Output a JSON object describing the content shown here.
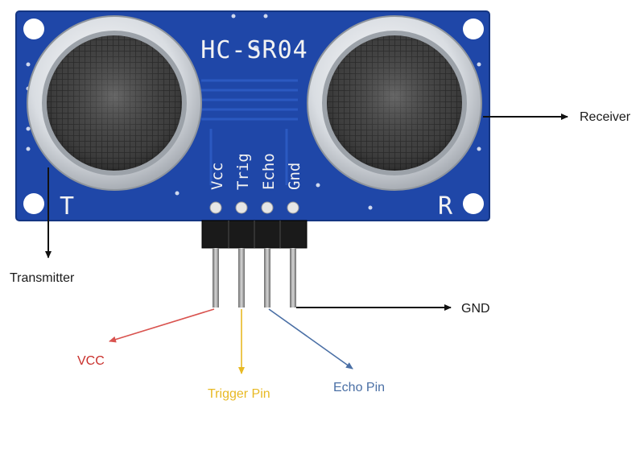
{
  "module": {
    "model": "HC-SR04",
    "transmitter_letter": "T",
    "receiver_letter": "R",
    "pins": [
      {
        "silkscreen": "Vcc"
      },
      {
        "silkscreen": "Trig"
      },
      {
        "silkscreen": "Echo"
      },
      {
        "silkscreen": "Gnd"
      }
    ]
  },
  "callouts": {
    "receiver": {
      "text": "Receiver",
      "color": "#1a1a1a"
    },
    "transmitter": {
      "text": "Transmitter",
      "color": "#1a1a1a"
    },
    "gnd": {
      "text": "GND",
      "color": "#1a1a1a"
    },
    "vcc": {
      "text": "VCC",
      "color": "#c9302c"
    },
    "trigger": {
      "text": "Trigger Pin",
      "color": "#e8b923"
    },
    "echo": {
      "text": "Echo Pin",
      "color": "#4a6fa5"
    }
  },
  "colors": {
    "pcb": "#1f47a8",
    "pcb_dark": "#143582",
    "silkscreen": "#f2f2f2",
    "header": "#1a1a1a"
  }
}
